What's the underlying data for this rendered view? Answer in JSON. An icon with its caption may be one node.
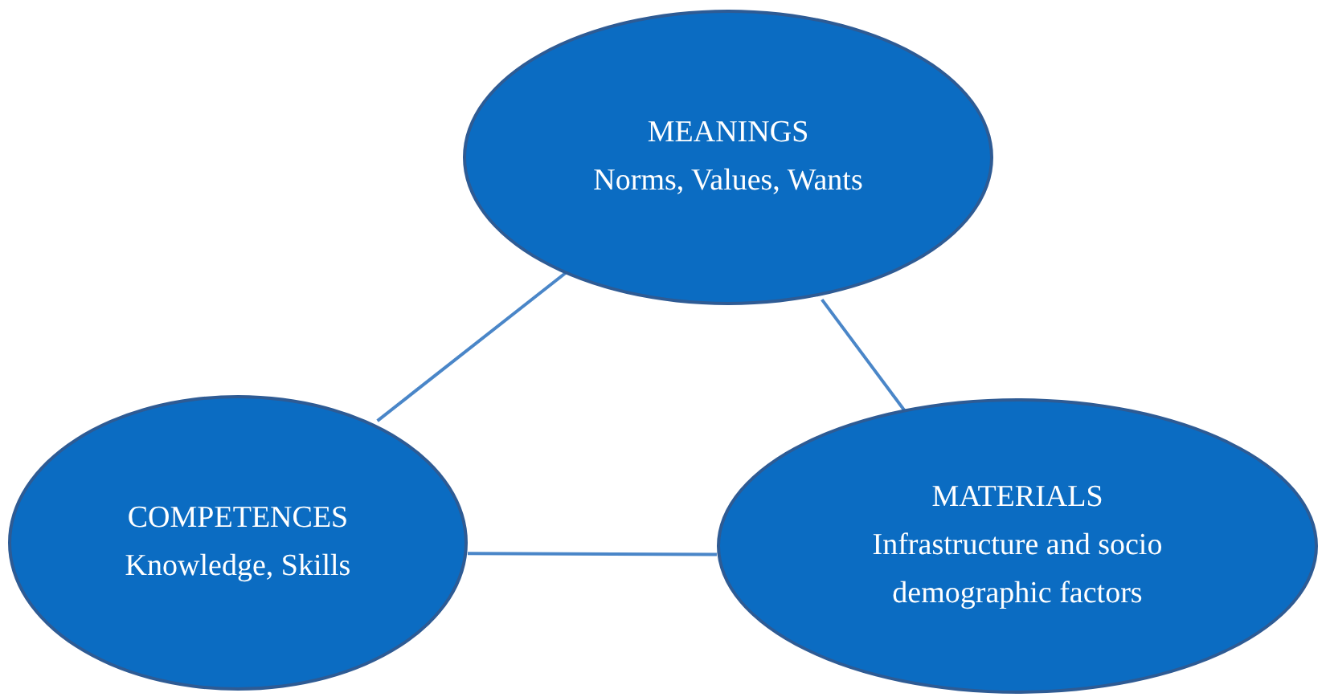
{
  "diagram": {
    "nodes": [
      {
        "text": [
          "MEANINGS",
          "Norms, Values, Wants"
        ]
      },
      {
        "text": [
          "COMPETENCES",
          "Knowledge, Skills"
        ]
      },
      {
        "text": [
          "MATERIALS",
          "Infrastructure and socio demographic factors"
        ]
      }
    ],
    "edges": [
      {
        "from": 0,
        "to": 1,
        "arrow": "none"
      },
      {
        "from": 0,
        "to": 2,
        "arrow": "none"
      },
      {
        "from": 1,
        "to": 2,
        "arrow": "none"
      }
    ]
  }
}
